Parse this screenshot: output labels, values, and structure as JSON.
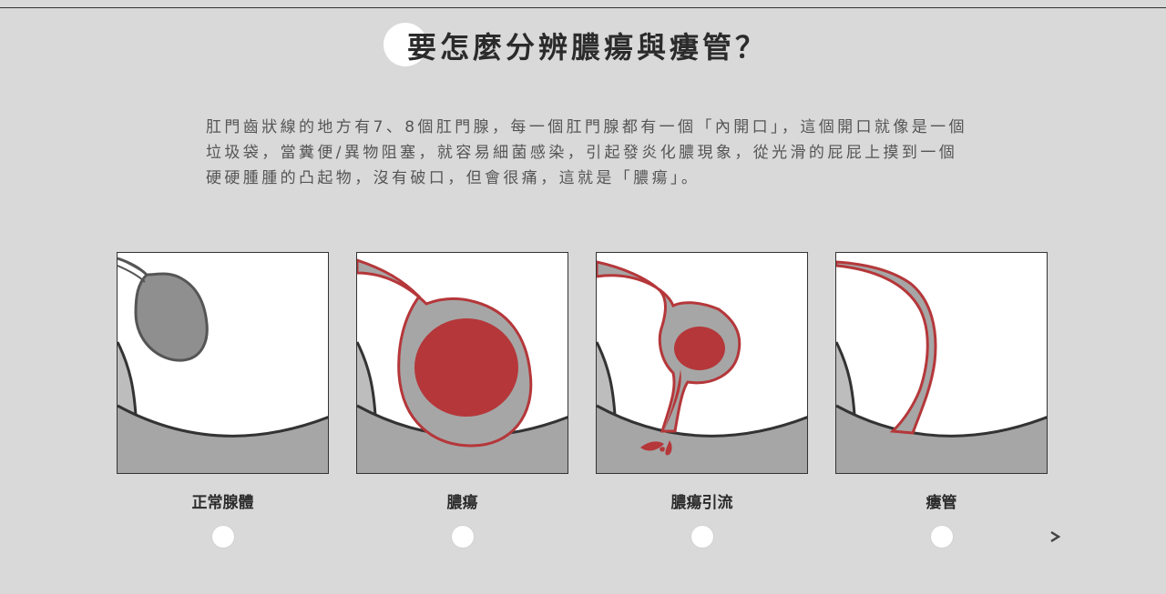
{
  "title": "要怎麼分辨膿瘍與瘻管？",
  "description": "肛門齒狀線的地方有7、8個肛門腺，每一個肛門腺都有一個「內開口」，這個開口就像是一個垃圾袋，當糞便/異物阻塞，就容易細菌感染，引起發炎化膿現象，從光滑的屁屁上摸到一個硬硬腫腫的凸起物，沒有破口，但會很痛，這就是「膿瘍」。",
  "stages": [
    {
      "label": "正常腺體"
    },
    {
      "label": "膿瘍"
    },
    {
      "label": "膿瘍引流"
    },
    {
      "label": "瘻管"
    }
  ],
  "colors": {
    "background": "#d9d9d9",
    "tissue": "#a6a6a6",
    "outline": "#333333",
    "pus": "#b5373a"
  }
}
